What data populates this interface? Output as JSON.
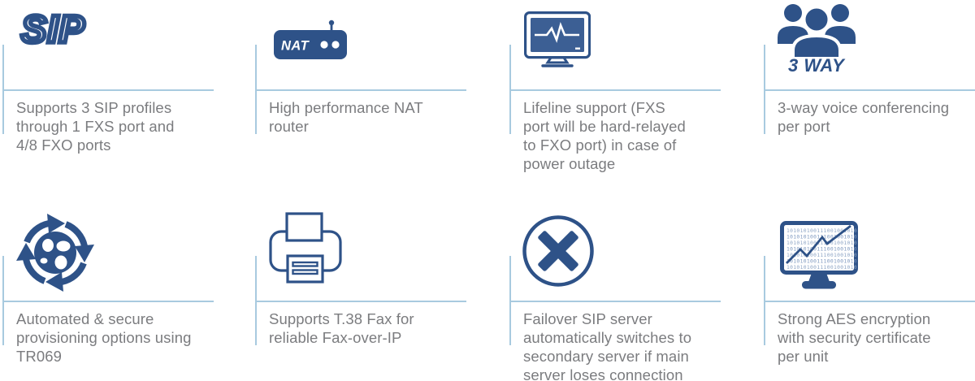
{
  "colors": {
    "icon_blue": "#2e5288",
    "screen_blue": "#3c5f94",
    "line_blue": "#a8cadf",
    "text_gray": "#7b7c7f",
    "binary_blue": "#8fa6c6",
    "binary_blue2": "#7e98bf",
    "trend_blue": "#2d5187"
  },
  "aes_binary": "101010100111001001010101",
  "features": [
    {
      "icon": "sip-logo-icon",
      "icon_label": "SIP",
      "description": "Supports 3 SIP profiles\nthrough 1 FXS port and\n4/8 FXO ports"
    },
    {
      "icon": "nat-router-icon",
      "icon_label": "NAT",
      "description": "High performance NAT\nrouter"
    },
    {
      "icon": "lifeline-monitor-icon",
      "description": "Lifeline support (FXS\nport will be hard-relayed\nto FXO port) in case of\npower outage"
    },
    {
      "icon": "three-way-conference-icon",
      "icon_label": "3 WAY",
      "description": "3-way voice conferencing\nper port"
    },
    {
      "icon": "provisioning-globe-sync-icon",
      "description": "Automated & secure\nprovisioning options using\nTR069"
    },
    {
      "icon": "fax-printer-icon",
      "description": "Supports T.38 Fax for\nreliable Fax-over-IP"
    },
    {
      "icon": "failover-x-circle-icon",
      "description": "Failover SIP server\nautomatically switches to\nsecondary server if main\nserver loses connection"
    },
    {
      "icon": "aes-encryption-monitor-icon",
      "description": "Strong AES encryption\nwith security certificate\nper unit"
    }
  ]
}
